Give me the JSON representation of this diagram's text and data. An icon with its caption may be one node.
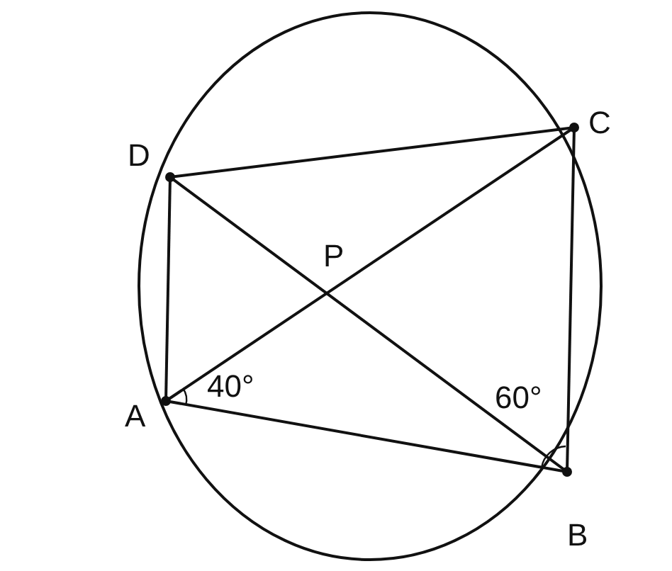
{
  "diagram": {
    "labels": [
      "D",
      "C",
      "P",
      "A",
      "40°",
      "60°",
      "B"
    ]
  }
}
